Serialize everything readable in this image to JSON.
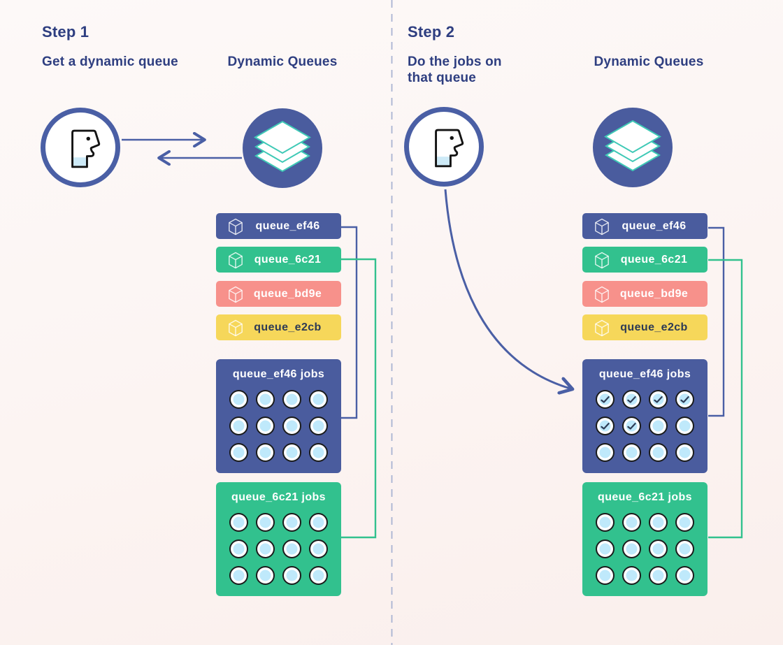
{
  "colors": {
    "heading_navy": "#2e3e80",
    "indigo": "#4a5c9e",
    "arrow_blue": "#4a5fa5",
    "green": "#32c18e",
    "salmon": "#f7918b",
    "yellow": "#f6d75a",
    "job_circle_blue": "#bfe9fb",
    "stack_teal": "#3fc9b6",
    "divider_dash": "#a9b3d2",
    "check_navy": "#2f3e57"
  },
  "divider": {
    "style": "vertical-dashed"
  },
  "steps": [
    {
      "title": "Step 1",
      "action_label": "Get a dynamic queue",
      "queues_label": "Dynamic Queues",
      "person_icon": "person-head-icon",
      "stack_icon": "layers-stack-icon",
      "arrows": [
        "person-to-queues",
        "queues-to-person"
      ],
      "queue_bars": [
        {
          "label": "queue_ef46",
          "color": "#4a5c9e",
          "text_color": "#ffffff",
          "icon": "cube-icon"
        },
        {
          "label": "queue_6c21",
          "color": "#32c18e",
          "text_color": "#ffffff",
          "icon": "cube-icon"
        },
        {
          "label": "queue_bd9e",
          "color": "#f7918b",
          "text_color": "#ffffff",
          "icon": "cube-icon"
        },
        {
          "label": "queue_e2cb",
          "color": "#f6d75a",
          "text_color": "#2d3a55",
          "icon": "cube-icon"
        }
      ],
      "jobs_boxes": [
        {
          "title": "queue_ef46 jobs",
          "color": "#4a5c9e",
          "connector_color": "#4a5fa5",
          "rows": 3,
          "cols": 4,
          "checked_count": 0
        },
        {
          "title": "queue_6c21 jobs",
          "color": "#32c18e",
          "connector_color": "#32c18e",
          "rows": 3,
          "cols": 4,
          "checked_count": 0
        }
      ]
    },
    {
      "title": "Step 2",
      "action_label": "Do the jobs on that queue",
      "queues_label": "Dynamic Queues",
      "person_icon": "person-head-icon",
      "stack_icon": "layers-stack-icon",
      "arrows": [
        "person-to-jobs-curve"
      ],
      "queue_bars": [
        {
          "label": "queue_ef46",
          "color": "#4a5c9e",
          "text_color": "#ffffff",
          "icon": "cube-icon"
        },
        {
          "label": "queue_6c21",
          "color": "#32c18e",
          "text_color": "#ffffff",
          "icon": "cube-icon"
        },
        {
          "label": "queue_bd9e",
          "color": "#f7918b",
          "text_color": "#ffffff",
          "icon": "cube-icon"
        },
        {
          "label": "queue_e2cb",
          "color": "#f6d75a",
          "text_color": "#2d3a55",
          "icon": "cube-icon"
        }
      ],
      "jobs_boxes": [
        {
          "title": "queue_ef46 jobs",
          "color": "#4a5c9e",
          "connector_color": "#4a5fa5",
          "rows": 3,
          "cols": 4,
          "checked_count": 6
        },
        {
          "title": "queue_6c21 jobs",
          "color": "#32c18e",
          "connector_color": "#32c18e",
          "rows": 3,
          "cols": 4,
          "checked_count": 0
        }
      ]
    }
  ]
}
